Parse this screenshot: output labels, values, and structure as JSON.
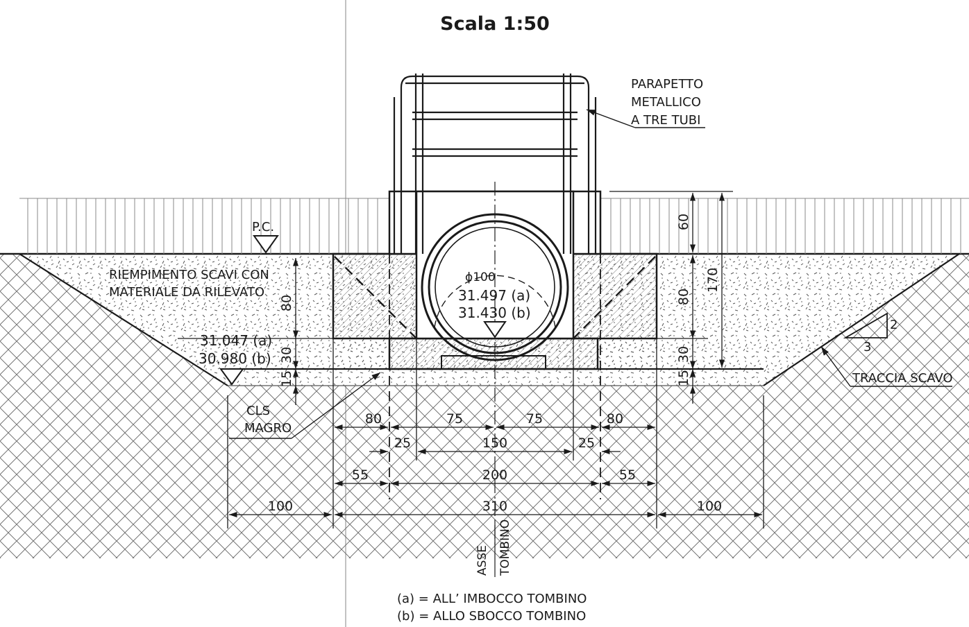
{
  "title": "Scala 1:50",
  "labels": {
    "parapet_1": "PARAPETTO",
    "parapet_2": "METALLICO",
    "parapet_3": "A TRE TUBI",
    "pc": "P.C.",
    "fill_1": "RIEMPIMENTO SCAVI CON",
    "fill_2": "MATERIALE DA RILEVATO",
    "cls_1": "CLS",
    "cls_2": "MAGRO",
    "trench": "TRACCIA SCAVO",
    "axis_1": "ASSE",
    "axis_2": "TOMBINO",
    "pipe_diameter": "ϕ100",
    "pipe_level_a": "31.497 (a)",
    "pipe_level_b": "31.430 (b)",
    "base_level_a": "31.047 (a)",
    "base_level_b": "30.980 (b)",
    "slope_v": "2",
    "slope_h": "3"
  },
  "dimensions": {
    "left_80": "80",
    "left_30": "30",
    "left_15": "15",
    "right_60": "60",
    "right_80": "80",
    "right_30": "30",
    "right_15": "15",
    "total_170": "170",
    "row1_a": "80",
    "row1_b": "75",
    "row1_c": "75",
    "row1_d": "80",
    "row2_a": "25",
    "row2_b": "150",
    "row2_c": "25",
    "row3_a": "55",
    "row3_b": "200",
    "row3_c": "55",
    "row4_a": "100",
    "row4_b": "310",
    "row4_c": "100"
  },
  "legend": {
    "a": "(a) = ALL’ IMBOCCO TOMBINO",
    "b": "(b) = ALLO SBOCCO TOMBINO"
  }
}
